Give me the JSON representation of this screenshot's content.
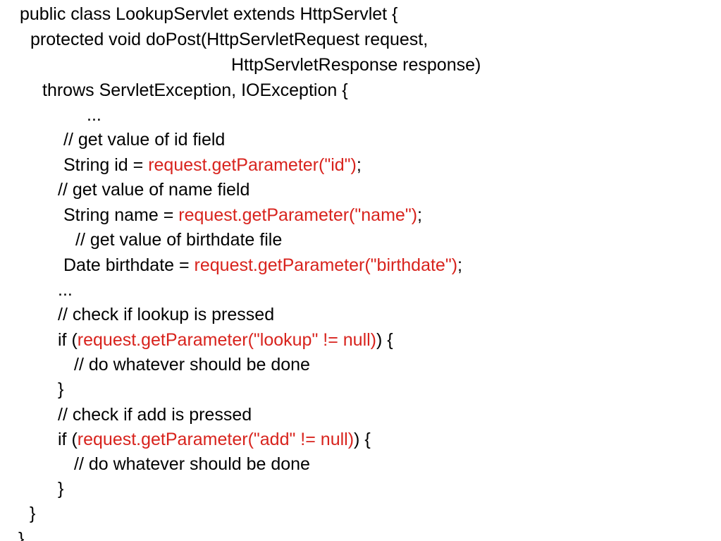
{
  "colors": {
    "text": "#000000",
    "highlight": "#d8231d",
    "background": "#ffffff"
  },
  "code_lines": [
    {
      "segments": [
        {
          "text": "public class LookupServlet extends HttpServlet {",
          "style": "black"
        }
      ]
    },
    {
      "segments": [
        {
          "text": "protected void doPost(HttpServletRequest request,",
          "style": "black"
        }
      ]
    },
    {
      "segments": [
        {
          "text": "HttpServletResponse response)",
          "style": "black"
        }
      ]
    },
    {
      "segments": [
        {
          "text": "throws ServletException, IOException {",
          "style": "black"
        }
      ]
    },
    {
      "segments": [
        {
          "text": "...",
          "style": "black"
        }
      ]
    },
    {
      "segments": [
        {
          "text": "// get value of id field",
          "style": "black"
        }
      ]
    },
    {
      "segments": [
        {
          "text": "String id = ",
          "style": "black"
        },
        {
          "text": "request.getParameter(\"id\")",
          "style": "red"
        },
        {
          "text": ";",
          "style": "black"
        }
      ]
    },
    {
      "segments": [
        {
          "text": "// get value of name field",
          "style": "black"
        }
      ]
    },
    {
      "segments": [
        {
          "text": "String name = ",
          "style": "black"
        },
        {
          "text": "request.getParameter(\"name\")",
          "style": "red"
        },
        {
          "text": ";",
          "style": "black"
        }
      ]
    },
    {
      "segments": [
        {
          "text": "// get value of birthdate file",
          "style": "black"
        }
      ]
    },
    {
      "segments": [
        {
          "text": "Date birthdate = ",
          "style": "black"
        },
        {
          "text": "request.getParameter(\"birthdate\")",
          "style": "red"
        },
        {
          "text": ";",
          "style": "black"
        }
      ]
    },
    {
      "segments": [
        {
          "text": "...",
          "style": "black"
        }
      ]
    },
    {
      "segments": [
        {
          "text": "// check if lookup is pressed",
          "style": "black"
        }
      ]
    },
    {
      "segments": [
        {
          "text": "if (",
          "style": "black"
        },
        {
          "text": "request.getParameter(\"lookup\" != null)",
          "style": "red"
        },
        {
          "text": ") {",
          "style": "black"
        }
      ]
    },
    {
      "segments": [
        {
          "text": "// do whatever should be done",
          "style": "black"
        }
      ]
    },
    {
      "segments": [
        {
          "text": "}",
          "style": "black"
        }
      ]
    },
    {
      "segments": [
        {
          "text": "// check if add is pressed",
          "style": "black"
        }
      ]
    },
    {
      "segments": [
        {
          "text": "if (",
          "style": "black"
        },
        {
          "text": "request.getParameter(\"add\" != null)",
          "style": "red"
        },
        {
          "text": ") {",
          "style": "black"
        }
      ]
    },
    {
      "segments": [
        {
          "text": "// do whatever should be done",
          "style": "black"
        }
      ]
    },
    {
      "segments": [
        {
          "text": "}",
          "style": "black"
        }
      ]
    },
    {
      "segments": [
        {
          "text": "}",
          "style": "black"
        }
      ]
    },
    {
      "segments": [
        {
          "text": "}",
          "style": "black"
        }
      ]
    }
  ]
}
